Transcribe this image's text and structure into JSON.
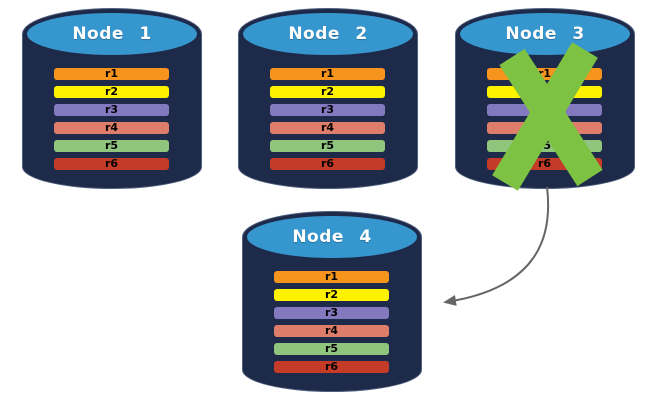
{
  "colors": {
    "cylinder_body": "#1E2A49",
    "cylinder_top": "#3697CF",
    "node_label_text": "#FFFFFF",
    "record_text": "#000000",
    "failure_x": "#7DC242",
    "arrow": "#666666"
  },
  "record_colors": {
    "r1": "#F7941D",
    "r2": "#FFF200",
    "r3": "#8379BE",
    "r4": "#DE7D69",
    "r5": "#90C57E",
    "r6": "#C43C28"
  },
  "nodes": [
    {
      "label": "Node 1",
      "failed": false,
      "records": [
        "r1",
        "r2",
        "r3",
        "r4",
        "r5",
        "r6"
      ]
    },
    {
      "label": "Node 2",
      "failed": false,
      "records": [
        "r1",
        "r2",
        "r3",
        "r4",
        "r5",
        "r6"
      ]
    },
    {
      "label": "Node 3",
      "failed": true,
      "records": [
        "r1",
        "r2",
        "r3",
        "r4",
        "r5",
        "r6"
      ]
    },
    {
      "label": "Node 4",
      "failed": false,
      "records": [
        "r1",
        "r2",
        "r3",
        "r4",
        "r5",
        "r6"
      ]
    }
  ]
}
